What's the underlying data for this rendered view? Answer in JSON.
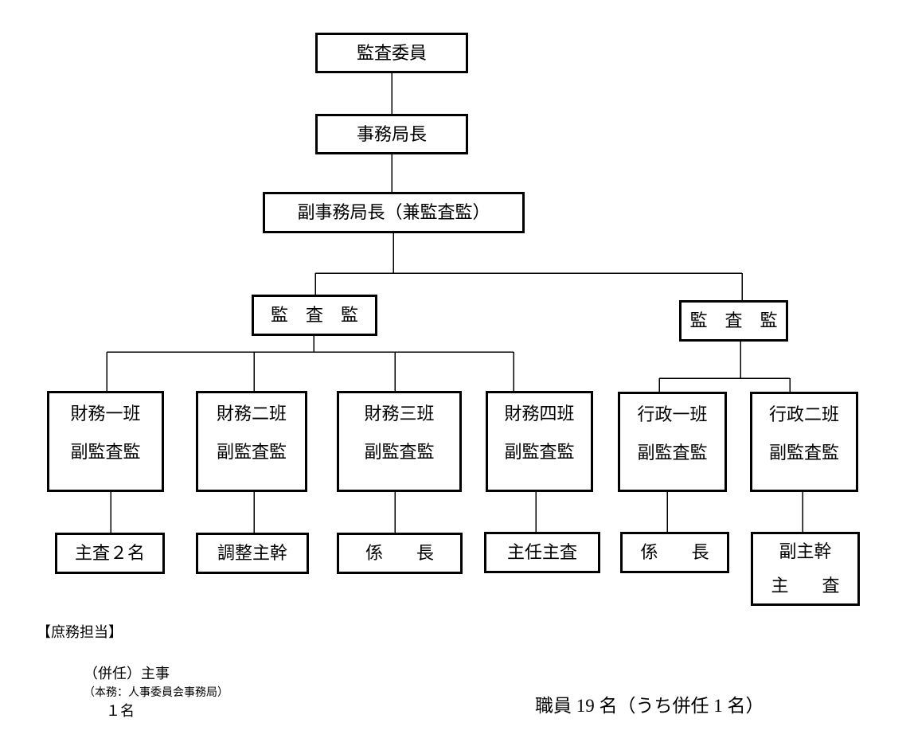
{
  "diagram": {
    "type": "org-chart",
    "colors": {
      "line": "#000000",
      "background": "#ffffff",
      "text": "#000000"
    },
    "nodes": {
      "auditor": {
        "label": "監査委員"
      },
      "secretary_general": {
        "label": "事務局長"
      },
      "deputy_secretary_general": {
        "label": "副事務局長（兼監査監）"
      },
      "audit_director_left": {
        "label": "監　査　監"
      },
      "audit_director_right": {
        "label": "監　査　監"
      },
      "finance1": {
        "line1": "財務一班",
        "line2": "副監査監"
      },
      "finance2": {
        "line1": "財務二班",
        "line2": "副監査監"
      },
      "finance3": {
        "line1": "財務三班",
        "line2": "副監査監"
      },
      "finance4": {
        "line1": "財務四班",
        "line2": "副監査監"
      },
      "admin1": {
        "line1": "行政一班",
        "line2": "副監査監"
      },
      "admin2": {
        "line1": "行政二班",
        "line2": "副監査監"
      },
      "finance1_staff": {
        "label": "主査２名"
      },
      "finance2_staff": {
        "label": "調整主幹"
      },
      "finance3_staff": {
        "label": "係　長"
      },
      "finance4_staff": {
        "label": "主任主査"
      },
      "admin1_staff": {
        "label": "係　長"
      },
      "admin2_staff": {
        "line1": "副主幹",
        "line2": "主　査"
      }
    },
    "footer": {
      "general_affairs_title": "【庶務担当】",
      "concurrent_post": "（併任）主事",
      "concurrent_note": "（本務：人事委員会事務局）",
      "concurrent_count": "１名",
      "staff_total": "職員 19 名（うち併任 1 名）"
    }
  }
}
